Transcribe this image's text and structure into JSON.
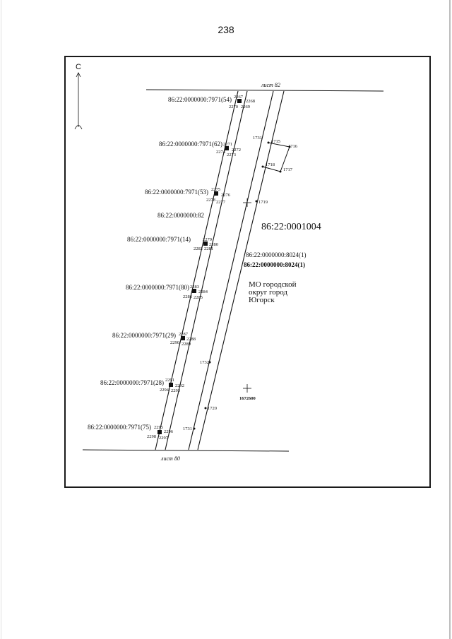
{
  "page_number": "238",
  "north_label": "С",
  "sheet_top": "лист 82",
  "sheet_bottom": "лист 80",
  "quarter_label": "86:22:0001004",
  "district_label": "86:22:0000000:82",
  "parcel_8024_a": "86:22:0000000:8024(1)",
  "parcel_8024_b": "86:22:0000000:8024(1)",
  "municipality": [
    "МО городской",
    "округ город",
    "Югорск"
  ],
  "grid_point": "1672600",
  "parcels": [
    {
      "label": "86:22:0000000:7971(54)",
      "points": [
        "2267",
        "2268",
        "2270",
        "2269"
      ]
    },
    {
      "label": "86:22:0000000:7971(62)",
      "points": [
        "2271",
        "2272",
        "2274",
        "2273"
      ]
    },
    {
      "label": "86:22:0000000:7971(53)",
      "points": [
        "2275",
        "2276",
        "2278",
        "2277"
      ]
    },
    {
      "label": "86:22:0000000:7971(14)",
      "points": [
        "2279",
        "2280",
        "2282",
        "2281"
      ]
    },
    {
      "label": "86:22:0000000:7971(80)",
      "points": [
        "2283",
        "2284",
        "2286",
        "2285"
      ]
    },
    {
      "label": "86:22:0000000:7971(29)",
      "points": [
        "2287",
        "2288",
        "2290",
        "2289"
      ]
    },
    {
      "label": "86:22:0000000:7971(28)",
      "points": [
        "2291",
        "2292",
        "2294",
        "2293"
      ]
    },
    {
      "label": "86:22:0000000:7971(75)",
      "points": [
        "2295",
        "2296",
        "2298",
        "2297"
      ]
    }
  ],
  "boundary_points": [
    "1731",
    "1715",
    "1716",
    "1718",
    "1717",
    "1719",
    "1732",
    "1720",
    "1731"
  ]
}
